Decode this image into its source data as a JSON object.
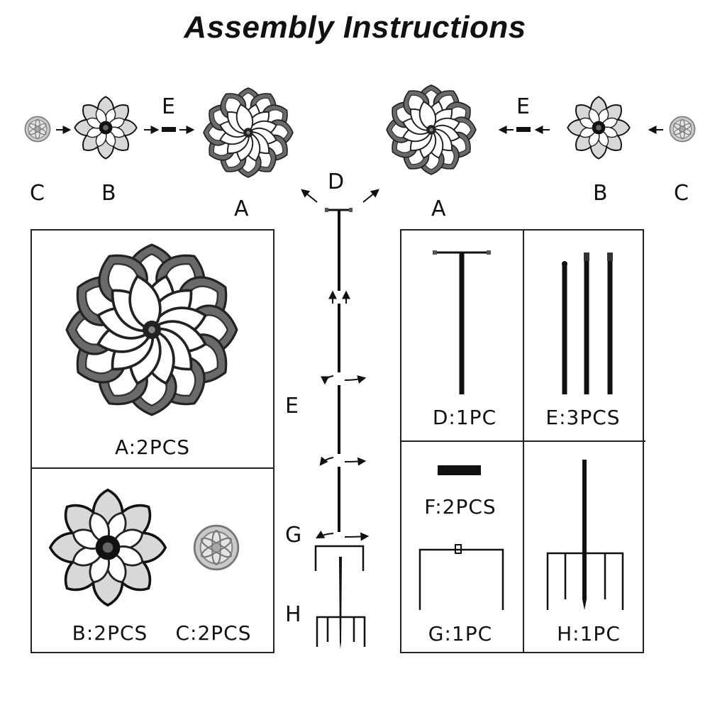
{
  "title": "Assembly Instructions",
  "labels": {
    "c_left": "C",
    "b_left": "B",
    "e_left": "E",
    "a_left": "A",
    "d_top": "D",
    "a_right": "A",
    "e_right": "E",
    "b_right": "B",
    "c_right": "C",
    "e_stack": "E",
    "g_stack": "G",
    "h_stack": "H"
  },
  "parts": {
    "a": "A:2PCS",
    "b": "B:2PCS",
    "c": "C:2PCS",
    "d": "D:1PC",
    "e": "E:3PCS",
    "f": "F:2PCS",
    "g": "G:1PC",
    "h": "H:1PC"
  }
}
